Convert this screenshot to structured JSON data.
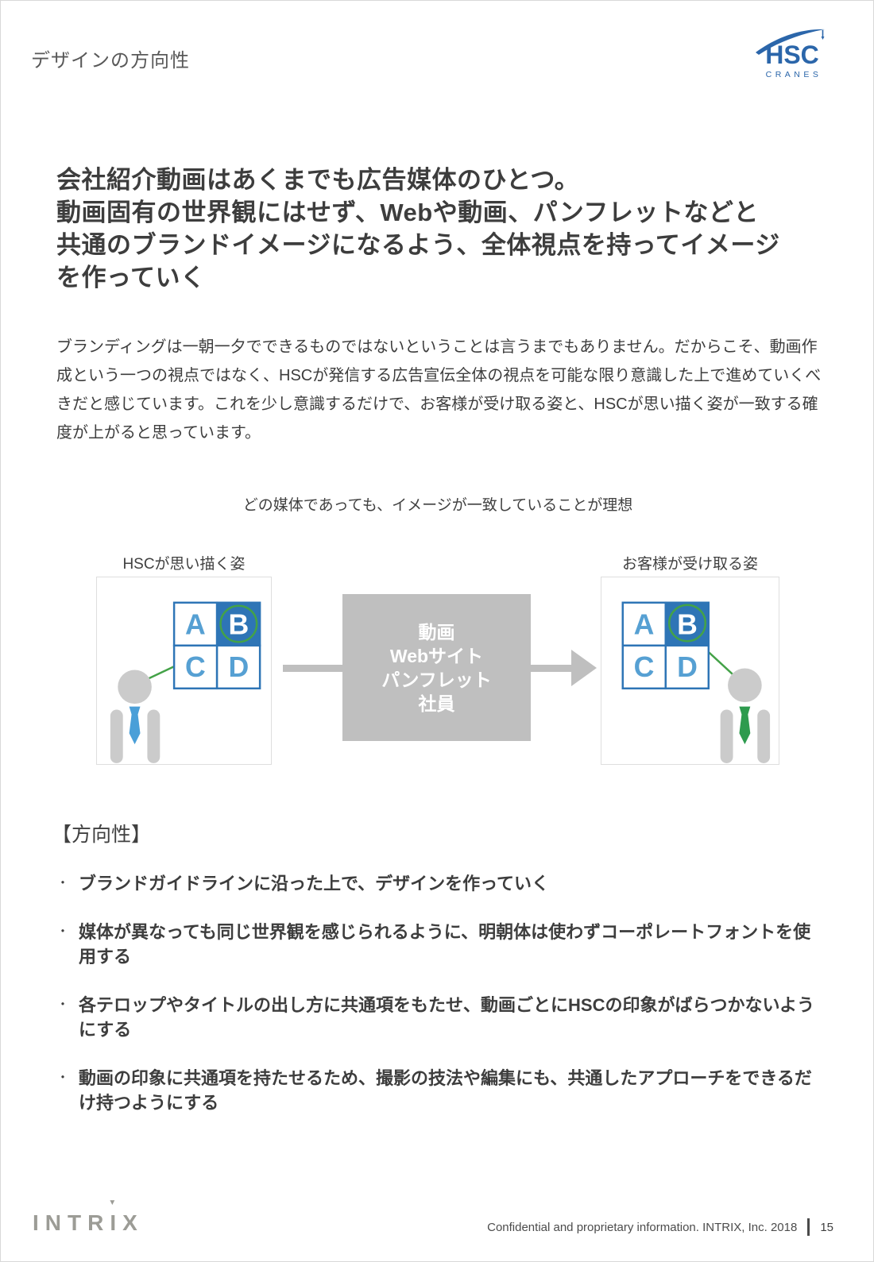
{
  "page": {
    "header_label": "デザインの方向性",
    "title": "会社紹介動画はあくまでも広告媒体のひとつ。\n動画固有の世界観にはせず、Webや動画、パンフレットなどと\n共通のブランドイメージになるよう、全体視点を持ってイメージ\nを作っていく",
    "lead": "ブランディングは一朝一夕でできるものではないということは言うまでもありません。だからこそ、動画作成という一つの視点ではなく、HSCが発信する広告宣伝全体の視点を可能な限り意識した上で進めていくべきだと感じています。これを少し意識するだけで、お客様が受け取る姿と、HSCが思い描く姿が一致する確度が上がると思っています。"
  },
  "logo": {
    "name": "HSC",
    "sub": "CRANES",
    "color": "#2B66AA"
  },
  "diagram": {
    "caption": "どの媒体であっても、イメージが一致していることが理想",
    "left_label": "HSCが思い描く姿",
    "right_label": "お客様が受け取る姿",
    "grid_letters": [
      "A",
      "B",
      "C",
      "D"
    ],
    "center_lines": [
      "動画",
      "Webサイト",
      "パンフレット",
      "社員"
    ],
    "colors": {
      "accent_blue": "#2E75B6",
      "light_blue": "#56A0D3",
      "green": "#44A248",
      "box_gray": "#BFBFBF",
      "person_gray": "#CBCBCB",
      "tie_blue": "#4A9FD8",
      "tie_green": "#2E9B4E"
    }
  },
  "direction": {
    "heading": "【方向性】",
    "marker": "・",
    "bullets": [
      "ブランドガイドラインに沿った上で、デザインを作っていく",
      "媒体が異なっても同じ世界観を感じられるように、明朝体は使わずコーポレートフォントを使用する",
      "各テロップやタイトルの出し方に共通項をもたせ、動画ごとにHSCの印象がばらつかないようにする",
      "動画の印象に共通項を持たせるため、撮影の技法や編集にも、共通したアプローチをできるだけ持つようにする"
    ]
  },
  "footer": {
    "logo_left": "INTR",
    "logo_i": "I",
    "logo_right": "X",
    "logo_mark": "▼",
    "note": "Confidential and proprietary information. INTRIX, Inc. 2018",
    "page_number": "15"
  }
}
